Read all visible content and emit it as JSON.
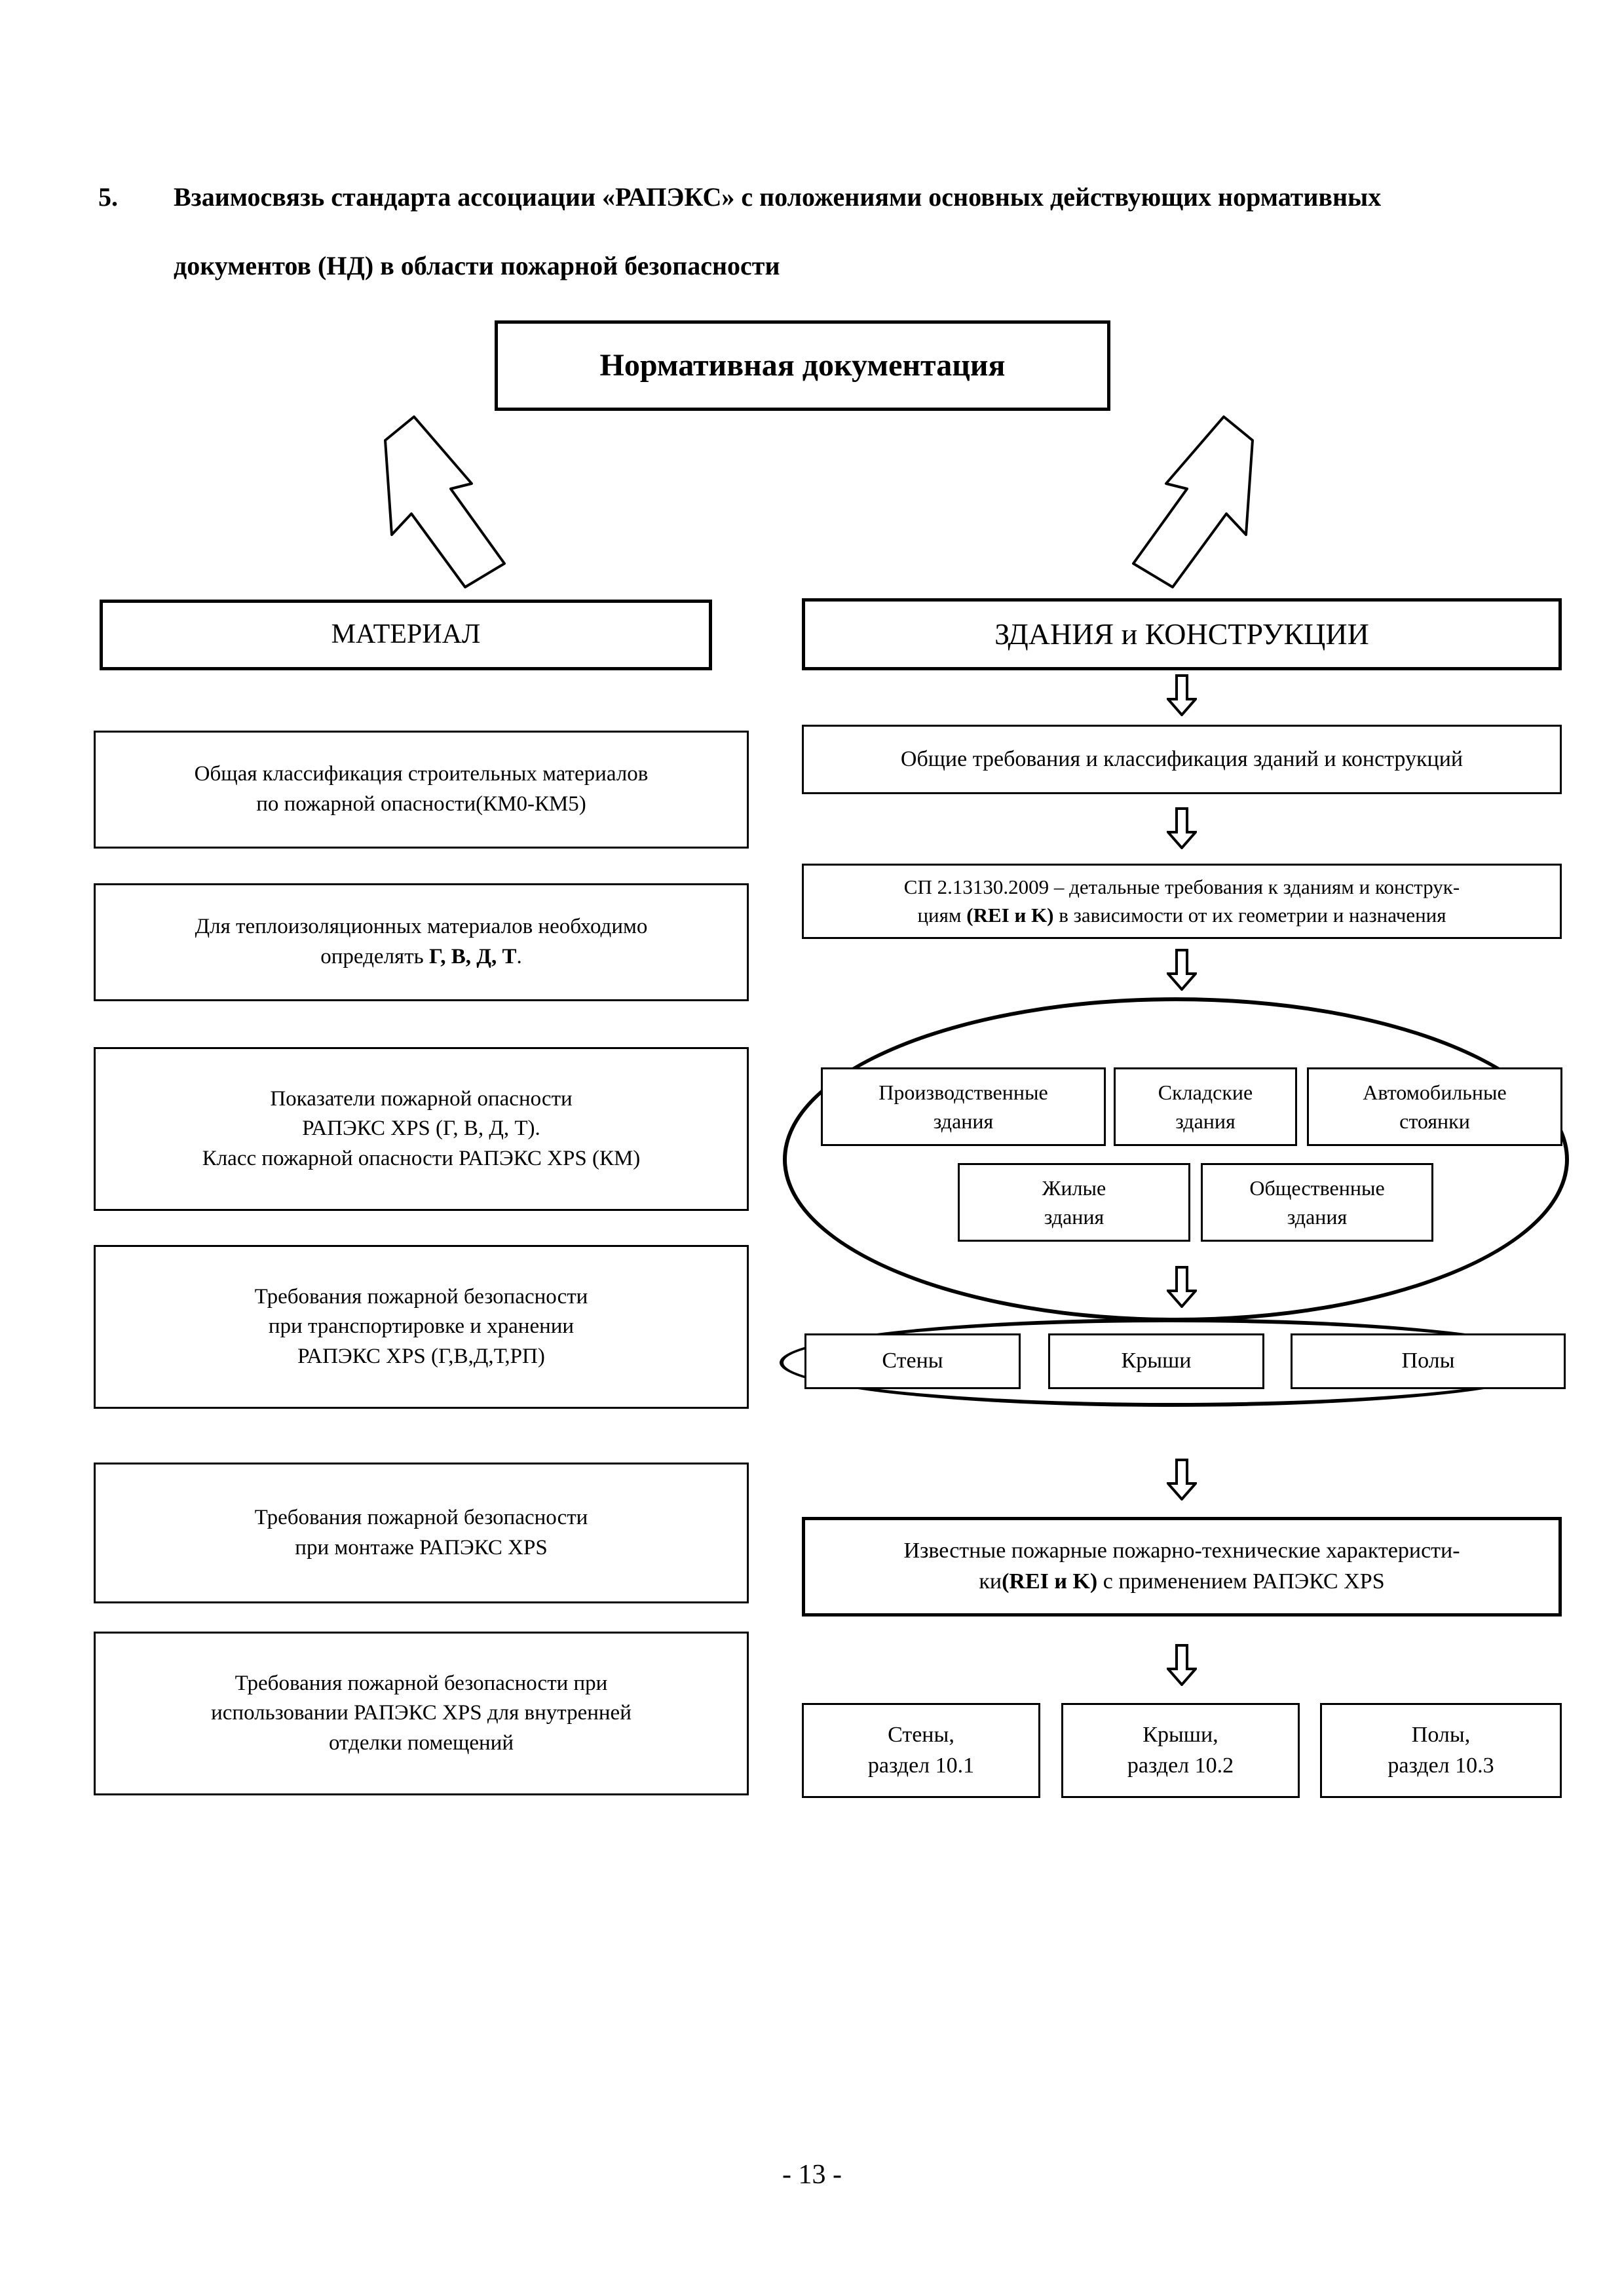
{
  "heading": {
    "number": "5.",
    "text": "Взаимосвязь стандарта ассоциации «РАПЭКС» с положениями основных действующих нормативных документов (НД) в области пожарной безопасности"
  },
  "title_box": {
    "label": "Нормативная документация"
  },
  "columns": {
    "left_header": "МАТЕРИАЛ",
    "right_header": "ЗДАНИЯ и КОНСТРУКЦИИ"
  },
  "left_column": {
    "boxes": [
      {
        "line1": "Общая классификация строительных  материалов",
        "line2": "по пожарной опасности(КМ0-КМ5)"
      },
      {
        "line1": "Для теплоизоляционных материалов необходимо",
        "line2_plain": "определять ",
        "line2_bold": "Г, В, Д, Т",
        "line2_tail": "."
      },
      {
        "line1": "Показатели пожарной опасности",
        "line2": "РАПЭКС XPS (Г, В, Д, Т).",
        "line3": "Класс пожарной опасности РАПЭКС XPS (КМ)"
      },
      {
        "line1": "Требования  пожарной безопасности",
        "line2": "при транспортировке и хранении",
        "line3": "РАПЭКС XPS (Г,В,Д,Т,РП)"
      },
      {
        "line1": "Требования  пожарной безопасности",
        "line2": "при монтаже РАПЭКС XPS"
      },
      {
        "line1": "Требования пожарной безопасности при",
        "line2": "использовании РАПЭКС XPS для внутренней",
        "line3": "отделки помещений"
      }
    ]
  },
  "right_column": {
    "general_requirements": "Общие требования и классификация зданий и конструкций",
    "sp_rule": {
      "line1": "СП 2.13130.2009 – детальные требования к зданиям и конструк-",
      "line2_pre": "циям ",
      "line2_bold": "(REI и K)",
      "line2_post": " в зависимости от их геометрии и назначения"
    },
    "building_types": [
      {
        "line1": "Производственные",
        "line2": "здания"
      },
      {
        "line1": "Складские",
        "line2": "здания"
      },
      {
        "line1": "Автомобильные",
        "line2": "стоянки"
      },
      {
        "line1": "Жилые",
        "line2": "здания"
      },
      {
        "line1": "Общественные",
        "line2": "здания"
      }
    ],
    "structures": [
      "Стены",
      "Крыши",
      "Полы"
    ],
    "known_characteristics": {
      "line1": "Известные пожарные пожарно-технические характеристи-",
      "line2_pre": "ки",
      "line2_bold": "(REI и K)",
      "line2_post": " с применением РАПЭКС XPS"
    },
    "sections": [
      {
        "line1": "Стены,",
        "line2": "раздел 10.1"
      },
      {
        "line1": "Крыши,",
        "line2": "раздел 10.2"
      },
      {
        "line1": "Полы,",
        "line2": "раздел 10.3"
      }
    ]
  },
  "footer": {
    "page_number": "- 13 -"
  },
  "colors": {
    "ink": "#000000",
    "paper": "#ffffff"
  }
}
